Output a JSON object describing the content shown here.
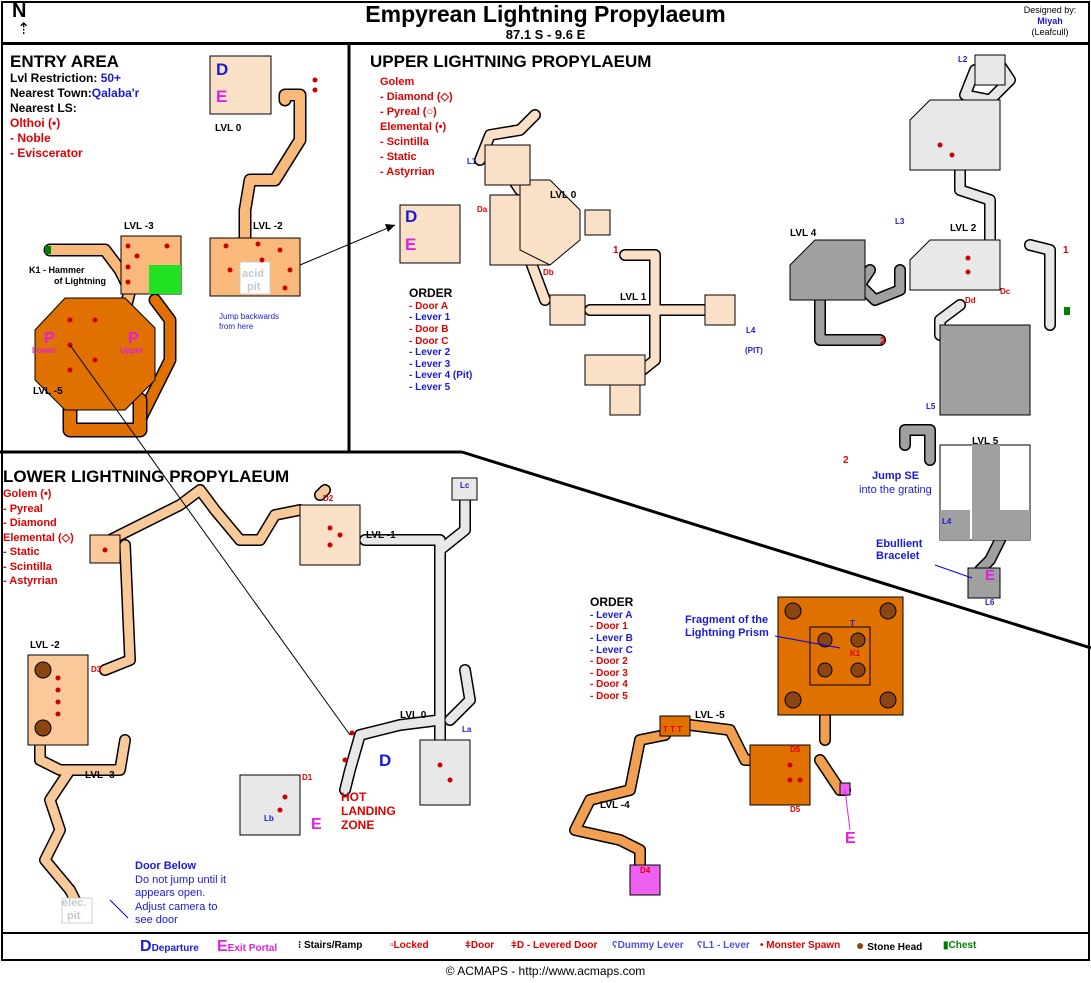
{
  "header": {
    "north": "N",
    "title": "Empyrean Lightning Propylaeum",
    "coords": "87.1 S - 9.6 E",
    "designed_by": "Designed by:",
    "designer": "Miyah",
    "designer_alt": "(Leafcull)"
  },
  "entry": {
    "title": "ENTRY AREA",
    "lvl_label": "Lvl Restriction:",
    "lvl_value": "50+",
    "town_label": "Nearest Town:",
    "town_value": "Qalaba'r",
    "ls_label": "Nearest LS:",
    "monster": "Olthoi (•)",
    "m1": "- Noble",
    "m2": "- Eviscerator",
    "lvl0": "LVL 0",
    "lvl_m2": "LVL -2",
    "lvl_m3": "LVL -3",
    "lvl_m5": "LVL -5",
    "k1": "K1 - Hammer",
    "k1b": "of Lightning",
    "acid": "acid",
    "pit": "pit",
    "jump": "Jump backwards",
    "jump2": "from here",
    "lower": "Lower",
    "upper": "Upper",
    "d": "D",
    "e": "E",
    "p": "P"
  },
  "upper": {
    "title": "UPPER LIGHTNING PROPYLAEUM",
    "golem": "Golem",
    "g1": "- Diamond (◇)",
    "g2": "- Pyreal (○)",
    "elemental": "Elemental (•)",
    "e1": "- Scintilla",
    "e2": "- Static",
    "e3": "- Astyrrian",
    "l1": "L1",
    "da": "Da",
    "db": "Db",
    "lvl0": "LVL 0",
    "lvl1": "LVL 1",
    "one": "1",
    "one_b": "1",
    "two": "2",
    "two_b": "2",
    "l4": "L4",
    "pit": "(PIT)",
    "lvl4": "LVL 4",
    "l3": "L3",
    "lvl2": "LVL 2",
    "dd": "Dd",
    "dc": "Dc",
    "l2": "L2",
    "l5": "L5",
    "lvl5": "LVL 5",
    "jump": "Jump SE",
    "jump2": "into the grating",
    "l4b": "L4",
    "bracelet": "Ebullient",
    "bracelet2": "Bracelet",
    "l6": "L6",
    "e": "E",
    "d": "D",
    "order_title": "ORDER",
    "order": [
      "- Door A",
      "- Lever 1",
      "- Door B",
      "- Door C",
      "- Lever 2",
      "- Lever 3",
      "- Lever 4 (Pit)",
      "- Lever 5"
    ]
  },
  "lower": {
    "title": "LOWER LIGHTNING PROPYLAEUM",
    "golem": "Golem (•)",
    "g1": "- Pyreal",
    "g2": "- Diamond",
    "elemental": "Elemental (◇)",
    "e1": "- Static",
    "e2": "- Scintilla",
    "e3": "- Astyrrian",
    "d2": "D2",
    "lvl_m1": "LVL -1",
    "lc": "Lc",
    "lvl_m2": "LVL -2",
    "d3": "D3",
    "lvl_m3": "LVL -3",
    "lvl0": "LVL 0",
    "la": "La",
    "d1": "D1",
    "lb": "Lb",
    "e": "E",
    "d": "D",
    "hot": "HOT",
    "landing": "LANDING",
    "zone": "ZONE",
    "door_below": "Door Below",
    "db1": "Do not jump until it",
    "db2": "appears open.",
    "db3": "Adjust camera to",
    "db4": "see door",
    "elec": "elec.",
    "pit": "pit",
    "order_title": "ORDER",
    "order": [
      "- Lever A",
      "- Door 1",
      "- Lever B",
      "- Lever C",
      "- Door 2",
      "- Door 3",
      "- Door 4",
      "- Door 5"
    ],
    "fragment": "Fragment of the",
    "fragment2": "Lightning Prism",
    "k1": "K1",
    "t": "T",
    "lvl_m5": "LVL -5",
    "ttt": "T  T  T",
    "d5": "D5",
    "d5b": "D5",
    "lvl_m4": "LVL -4",
    "d4": "D4",
    "e2_portal": "E"
  },
  "legend": [
    {
      "sym": "D",
      "label": "Departure",
      "color": "#1a1ad8"
    },
    {
      "sym": "E",
      "label": "Exit Portal",
      "color": "#e020e0"
    },
    {
      "sym": "⁝",
      "label": "Stairs/Ramp",
      "color": "#000000"
    },
    {
      "sym": "▫",
      "label": "Locked",
      "color": "#e00000"
    },
    {
      "sym": "ǂ",
      "label": "Door",
      "color": "#e00000"
    },
    {
      "sym": "ǂ",
      "label": "D - Levered Door",
      "color": "#e00000"
    },
    {
      "sym": "ʕ",
      "label": "Dummy Lever",
      "color": "#5050e0"
    },
    {
      "sym": "ʕ",
      "label": "L1 - Lever",
      "color": "#5050e0"
    },
    {
      "sym": "•",
      "label": "Monster Spawn",
      "color": "#e00000"
    },
    {
      "sym": "●",
      "label": "Stone Head",
      "color": "#8b4513"
    },
    {
      "sym": "▮",
      "label": "Chest",
      "color": "#008000"
    }
  ],
  "footer": "© ACMAPS - http://www.acmaps.com",
  "colors": {
    "entry_room": "#f9b97a",
    "upper_room": "#fbe0c8",
    "lvl5_room": "#e07000",
    "gray_room": "#a0a0a0",
    "light_gray": "#e8e8e8",
    "exit": "#e020e0"
  }
}
